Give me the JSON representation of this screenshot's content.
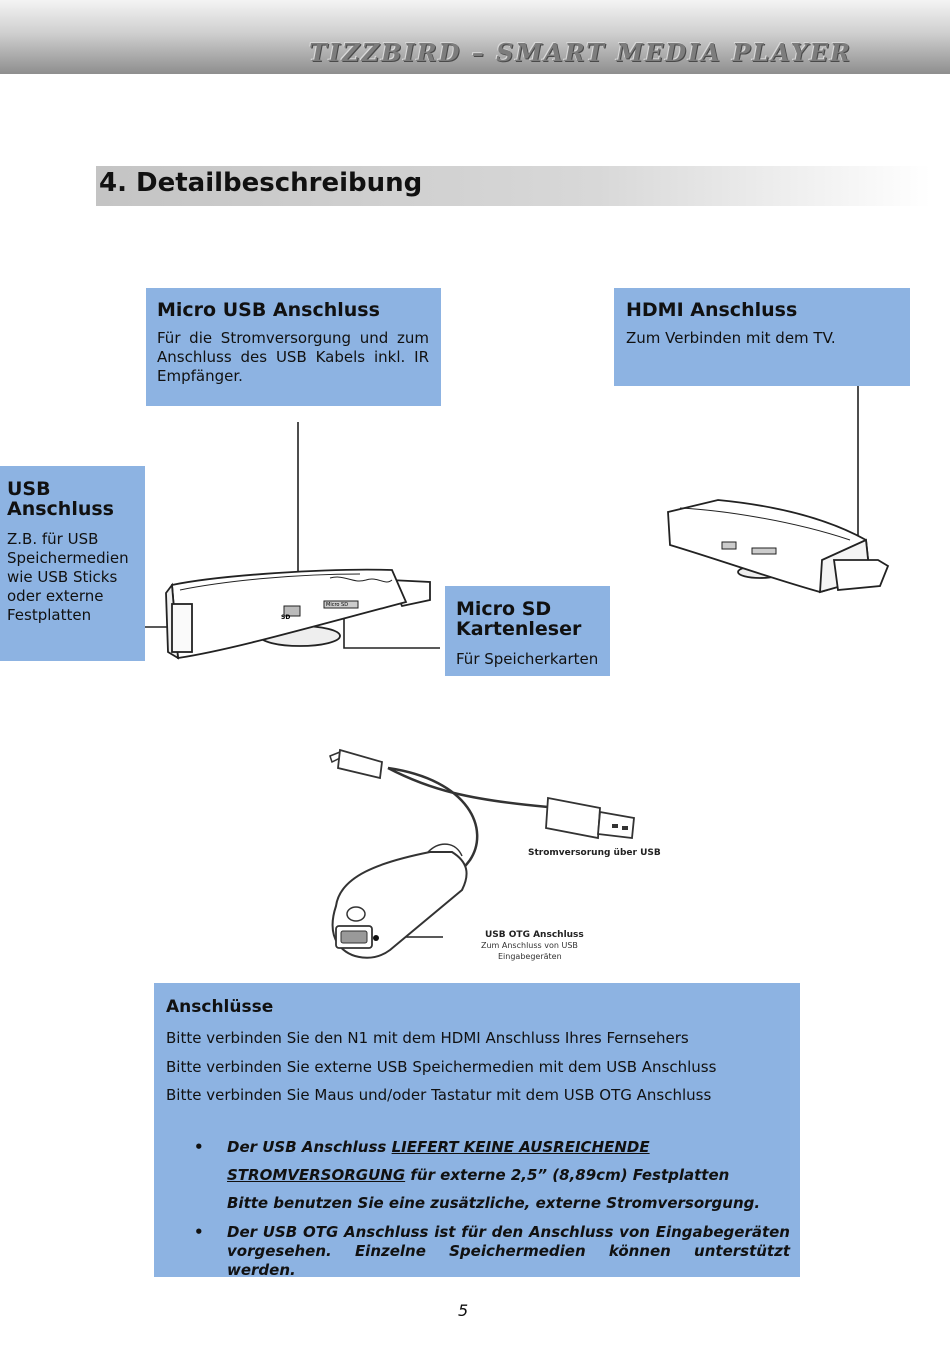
{
  "header": {
    "title": "TIZZBIRD – SMART MEDIA PLAYER"
  },
  "section": {
    "title": "4. Detailbeschreibung"
  },
  "callouts": {
    "micro_usb": {
      "title": "Micro USB Anschluss",
      "text": "Für die Stromversorgung und zum Anschluss des USB Kabels inkl. IR Empfänger."
    },
    "hdmi": {
      "title": "HDMI Anschluss",
      "text": "Zum Verbinden mit dem TV."
    },
    "usb": {
      "title": "USB Anschluss",
      "text": "Z.B. für USB Speichermedien wie USB Sticks oder externe Festplatten"
    },
    "micro_sd": {
      "title": "Micro SD Kartenleser",
      "text": "Für Speicherkarten"
    }
  },
  "device_labels": {
    "sd": "SD",
    "micro_sd": "Micro SD"
  },
  "cable_labels": {
    "power": "Stromversorung über USB",
    "otg_title": "USB OTG Anschluss",
    "otg_line1": "Zum Anschluss von USB",
    "otg_line2": "Eingabegeräten"
  },
  "connections": {
    "title": "Anschlüsse",
    "lines": [
      "Bitte verbinden Sie den N1 mit dem HDMI Anschluss Ihres Fernsehers",
      "Bitte verbinden Sie externe USB Speichermedien mit dem USB Anschluss",
      "Bitte verbinden Sie Maus und/oder Tastatur mit dem USB OTG Anschluss"
    ],
    "bullet1": {
      "pre": "Der USB Anschluss ",
      "underline1": "LIEFERT KEINE AUSREICHENDE",
      "underline2": "STROMVERSORGUNG",
      "post": " für externe 2,5” (8,89cm) Festplatten",
      "line3": "Bitte benutzen Sie eine zusätzliche, externe Stromversorgung."
    },
    "bullet2": "Der USB OTG Anschluss ist für den Anschluss von Eingabegeräten vorgesehen. Einzelne Speichermedien können unterstützt werden."
  },
  "page_number": "5"
}
